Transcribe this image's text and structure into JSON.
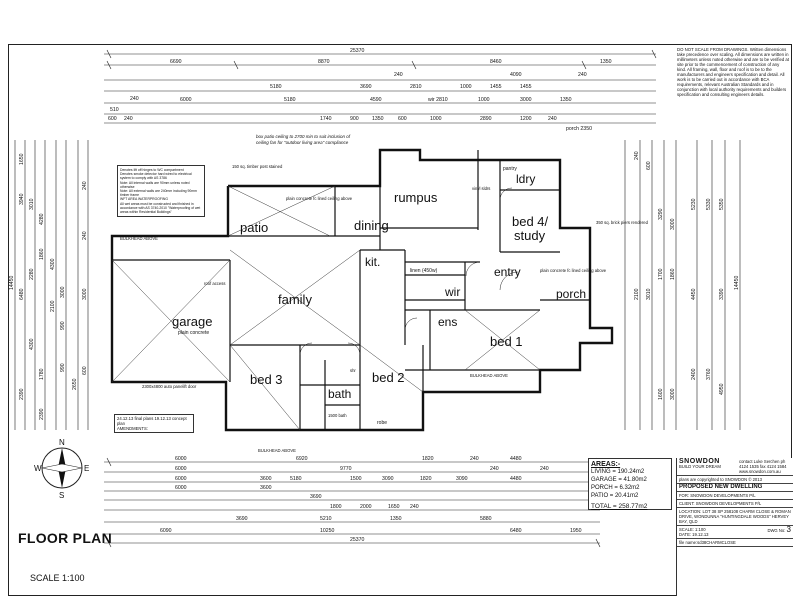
{
  "title": "FLOOR PLAN",
  "scale": "SCALE 1:100",
  "compass": {
    "N": "N",
    "S": "S",
    "E": "E",
    "W": "W"
  },
  "rooms": {
    "patio": "patio",
    "dining": "dining",
    "rumpus": "rumpus",
    "bed4": "bed 4/",
    "study": "study",
    "ldry": "ldry",
    "family": "family",
    "kit": "kit.",
    "wir": "wir",
    "entry": "entry",
    "porch": "porch",
    "garage": "garage",
    "garage_sub": "plain concrete",
    "ens": "ens",
    "bed1": "bed 1",
    "bed2": "bed 2",
    "bed3": "bed 3",
    "bath": "bath",
    "linen": "linen (450w)",
    "robe": "robe",
    "pantry": "pantry"
  },
  "annotations": {
    "patio_note": "box patio ceiling to 2700 min to suit inclusion of ceiling fan for \"outdoor living area\" compliance",
    "bulkhead_above_top": "BULKHEAD ABOVE",
    "bulkhead_above_bottom": "BULKHEAD ABOVE",
    "bulkhead_above_bed1": "BULKHEAD ABOVE",
    "roof_access": "roof access",
    "auto_door": "2300x4800 auto panelift door",
    "brick_piers": "350 sq. brick piers rendered",
    "porch_note": "plain concrete fc lined ceiling above",
    "timber_post": "150 sq. timber post stained",
    "patio_concrete": "plain concrete fc lined ceiling above",
    "vinyl_sldrs": "vinyl sldrs",
    "shr": "shr",
    "bath_size": "1500 bath",
    "lot_note": "24.12.13 final plans 19.12.13 concept plan",
    "amendments": "AMENDMENTS:"
  },
  "dims_top": [
    "25370",
    "6690",
    "8870",
    "8460",
    "1350",
    "240",
    "4090",
    "240",
    "5180",
    "3690",
    "2810",
    "1000",
    "1455",
    "1455",
    "240",
    "6000",
    "5180",
    "4590",
    "wir 2810",
    "1000",
    "3000",
    "1350",
    "510",
    "600",
    "240",
    "1740",
    "900",
    "1350",
    "600",
    "1000",
    "2890",
    "1200",
    "240",
    "porch 2350"
  ],
  "dims_bottom": [
    "6000",
    "6000",
    "3600",
    "6920",
    "9770",
    "1820",
    "240",
    "4480",
    "6000",
    "5180",
    "1500",
    "3090",
    "1820",
    "3090",
    "240",
    "240",
    "4480",
    "6000",
    "3600",
    "3690",
    "1800",
    "2000",
    "1650",
    "240",
    "3690",
    "5210",
    "1350",
    "5880",
    "10250",
    "6090",
    "6480",
    "1950",
    "25370"
  ],
  "dims_left": [
    "14450",
    "3940",
    "1650",
    "6480",
    "3010",
    "2280",
    "1860",
    "4280",
    "4300",
    "2100",
    "990",
    "3000",
    "4300",
    "2390",
    "1780",
    "2390",
    "990",
    "2650",
    "600",
    "3000",
    "240",
    "240"
  ],
  "dims_right": [
    "14450",
    "5350",
    "3390",
    "5330",
    "5230",
    "4450",
    "3000",
    "1860",
    "1700",
    "3290",
    "600",
    "240",
    "3010",
    "2100",
    "4950",
    "3760",
    "2400",
    "3000",
    "1600"
  ],
  "areas": {
    "heading": "AREAS:-",
    "living": "LIVING = 190.24m2",
    "garage": "GARAGE = 41.80m2",
    "porch": "PORCH = 6.32m2",
    "patio": "PATIO = 20.41m2",
    "total": "TOTAL = 258.77m2"
  },
  "notes_top_right": "DO NOT SCALE FROM DRAWINGS. Written dimensions take precedence over scaling. All dimensions are written in millimeters unless noted otherwise and are to be verified at site prior to the commencement of construction of any kind. All framing, wall, floor and roof is to be to the manufacturers and engineers specification and detail. All work is to be carried out in accordance with BCA requirements, relevant Australian Standards and in conjunction with local authority requirements and builders specification and consulting engineers details.",
  "legend_lines": [
    "Denotes lift off hinges to WC compartment",
    "Denotes smoke detector hard wired to electrical system to comply with AS 3786",
    "Note: All internal walls are 90mm unless noted otherwise",
    "Note: All external walls are 240mm including 90mm timber frame",
    "WFT AREA WATERPROOFING",
    "All wet areas must be constructed and finished in accordance with AS 3740-2010 \"Waterproofing of wet areas within Residential Buildings\""
  ],
  "title_block": {
    "brand": "SNOWDON",
    "tagline": "BUILD YOUR DREAM",
    "contact": "contact Luke Serchen ph 4124 1535  fax 4124 1584 www.snowdon.com.au",
    "copyright": "plans are copyrighted to SNOWDON © 2013",
    "project": "PROPOSED NEW DWELLING",
    "for_label": "FOR:",
    "for_value": "SNOWDON DEVELOPMENTS P/L",
    "client_label": "CLIENT:",
    "client_value": "SNOWDON DEVELOPMENTS P/L",
    "location_label": "LOCATION:",
    "location_value": "LOT 38 SP 258108 CHARM CLOSE & ROMAN DRIVE, WONDUNNA \"HUNTINGDALE WOODS\" HERVEY BAY, QLD",
    "scale": "SCALE: 1:100",
    "date": "DATE: 19.12.13",
    "dwg_label": "DWG No:",
    "dwg_no": "3",
    "file": "file name:sd38CHARMCLOSE"
  }
}
